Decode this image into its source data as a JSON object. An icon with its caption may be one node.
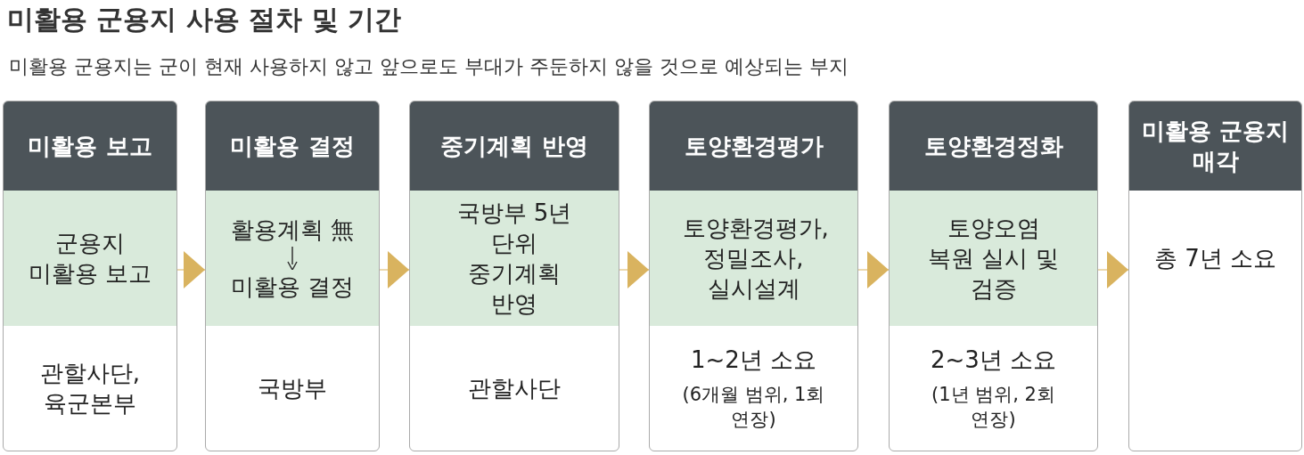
{
  "diagram": {
    "title": "미활용 군용지 사용 절차 및 기간",
    "caption": "미활용 군용지는 군이 현재 사용하지 않고 앞으로도 부대가 주둔하지 않을 것으로 예상되는 부지",
    "nodes": [
      {
        "text": [
          "미활용 보고",
          "군용지 미활용 보고",
          "관할사단, 육군본부"
        ]
      },
      {
        "text": [
          "미활용 결정",
          "활용계획 無",
          "미활용 결정",
          "국방부"
        ]
      },
      {
        "text": [
          "중기계획 반영",
          "국방부 5년 단위 중기계획 반영",
          "관할사단"
        ]
      },
      {
        "text": [
          "토양환경평가",
          "토양환경평가, 정밀조사, 실시설계",
          "1~2년 소요",
          "(6개월 범위, 1회 연장)"
        ]
      },
      {
        "text": [
          "토양환경정화",
          "토양오염 복원 실시 및 검증",
          "2~3년 소요",
          "(1년 범위, 2회 연장)"
        ]
      },
      {
        "text": [
          "미활용 군용지 매각",
          "총 7년 소요"
        ]
      }
    ],
    "edges": [
      {
        "from": 0,
        "to": 1,
        "arrow": "to"
      },
      {
        "from": 1,
        "to": 2,
        "arrow": "to"
      },
      {
        "from": 2,
        "to": 3,
        "arrow": "to"
      },
      {
        "from": 3,
        "to": 4,
        "arrow": "to"
      },
      {
        "from": 4,
        "to": 5,
        "arrow": "to"
      }
    ]
  }
}
